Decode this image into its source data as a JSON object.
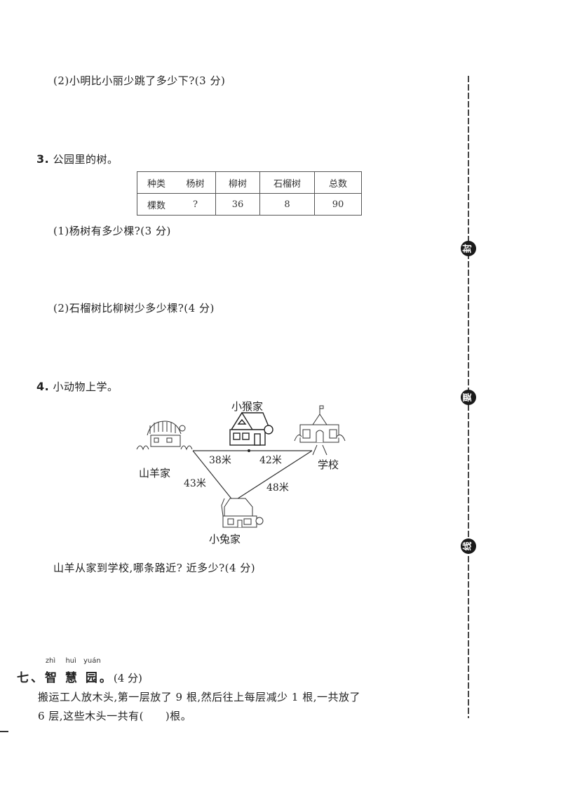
{
  "q2_part2": {
    "text": "(2)小明比小丽少跳了多少下?(3 分)"
  },
  "q3": {
    "number": "3.",
    "title": "公园里的树。",
    "table": {
      "headers": [
        "种类",
        "杨树",
        "柳树",
        "石榴树",
        "总数"
      ],
      "row": [
        "棵数",
        "?",
        "36",
        "8",
        "90"
      ]
    },
    "part1": "(1)杨树有多少棵?(3 分)",
    "part2": "(2)石榴树比柳树少多少棵?(4 分)"
  },
  "q4": {
    "number": "4.",
    "title": "小动物上学。",
    "diagram": {
      "goat_home": "山羊家",
      "monkey_home": "小猴家",
      "school": "学校",
      "rabbit_home": "小兔家",
      "goat_to_monkey": "38米",
      "monkey_to_school": "42米",
      "goat_to_rabbit": "43米",
      "rabbit_to_school": "48米"
    },
    "question": "山羊从家到学校,哪条路近? 近多少?(4 分)"
  },
  "section7": {
    "pinyin": [
      "zhì",
      "huì",
      "yuán"
    ],
    "title_prefix": "七、",
    "title_chars": [
      "智",
      "慧",
      "园"
    ],
    "title_suffix": "。",
    "score": "(4 分)",
    "line1": "搬运工人放木头,第一层放了 9 根,然后往上每层减少 1 根,一共放了",
    "line2": "6 层,这些木头一共有(　　)根。"
  },
  "binding_margin": {
    "badges": [
      "封",
      "要",
      "线"
    ]
  }
}
